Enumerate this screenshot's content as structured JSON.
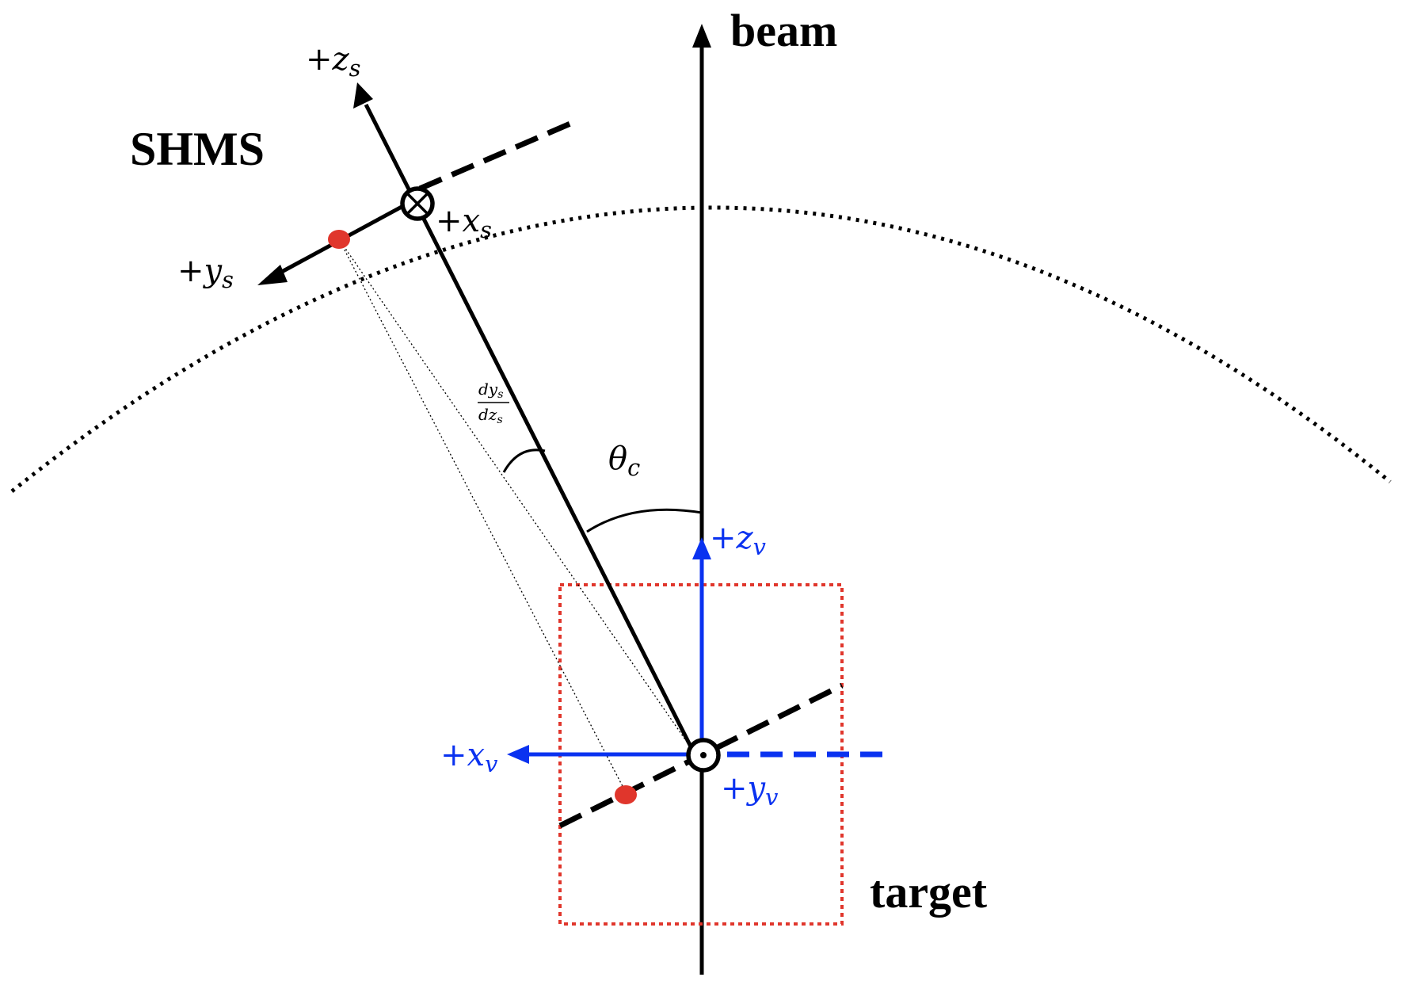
{
  "labels": {
    "beam": "beam",
    "shms": "SHMS",
    "target": "target",
    "angle_theta": "θ",
    "angle_theta_sub": "c"
  },
  "axes": {
    "zs": {
      "sign": "+",
      "var": "z",
      "sub": "s"
    },
    "xs": {
      "sign": "+",
      "var": "x",
      "sub": "s"
    },
    "ys": {
      "sign": "+",
      "var": "y",
      "sub": "s"
    },
    "zv": {
      "sign": "+",
      "var": "z",
      "sub": "v"
    },
    "xv": {
      "sign": "+",
      "var": "x",
      "sub": "v"
    },
    "yv": {
      "sign": "+",
      "var": "y",
      "sub": "v"
    }
  },
  "fraction": {
    "numerator_var": "dy",
    "numerator_sub": "s",
    "denominator_var": "dz",
    "denominator_sub": "s"
  },
  "colors": {
    "black": "#000000",
    "vertex_axes": "#0a32f0",
    "target_box": "#e0362c",
    "points": "#e0362c"
  }
}
